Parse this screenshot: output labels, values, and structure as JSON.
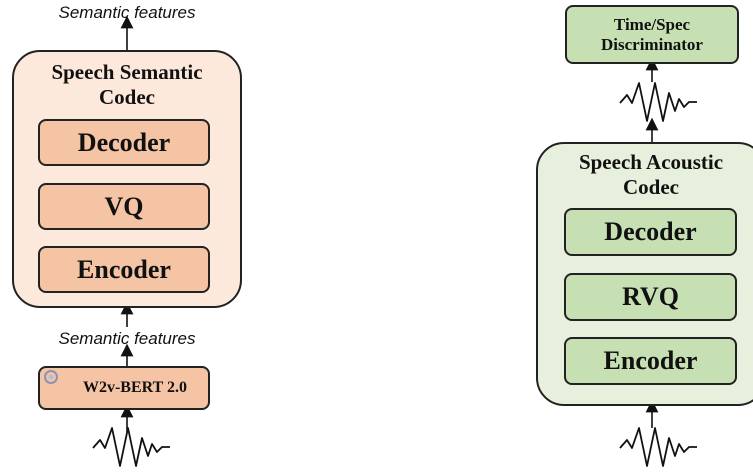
{
  "semantic_branch": {
    "top_output_label": "Semantic features",
    "codec_title": "Speech Semantic Codec",
    "codec_title_line1": "Speech Semantic",
    "codec_title_line2": "Codec",
    "blocks": [
      "Decoder",
      "VQ",
      "Encoder"
    ],
    "middle_label": "Semantic features",
    "feature_extractor": "W2v-BERT 2.0",
    "input": "waveform-icon"
  },
  "acoustic_branch": {
    "discriminator_line1": "Time/Spec",
    "discriminator_line2": "Discriminator",
    "codec_title_line1": "Speech Acoustic",
    "codec_title_line2": "Codec",
    "blocks": [
      "Decoder",
      "RVQ",
      "Encoder"
    ],
    "input": "waveform-icon",
    "output": "waveform-icon"
  },
  "colors": {
    "semantic_codec_bg": "#fde9dc",
    "semantic_block_bg": "#f4c4a4",
    "acoustic_codec_bg": "#e6f0dc",
    "acoustic_block_bg": "#c6e0b4"
  }
}
